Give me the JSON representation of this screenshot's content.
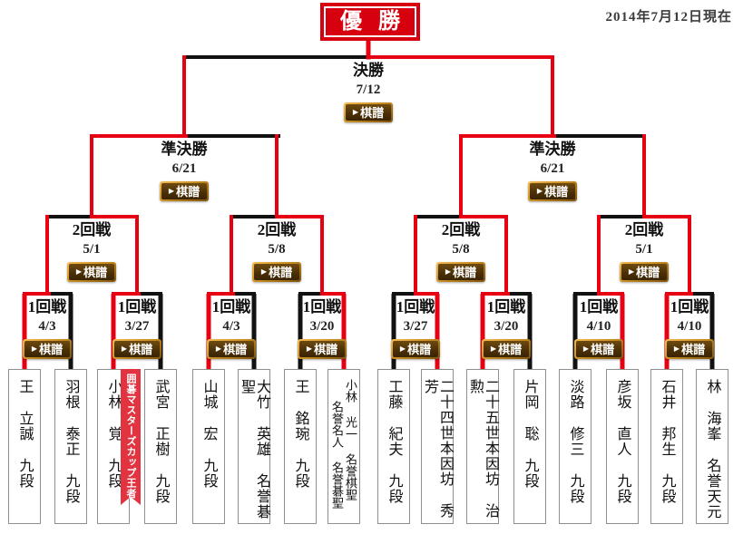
{
  "meta": {
    "as_of": "2014年7月12日現在"
  },
  "champion": {
    "label": "優勝"
  },
  "kifu": {
    "icon": "▶",
    "label": "棋譜"
  },
  "colors": {
    "winner_path": "#e60012",
    "loser_path": "#111111",
    "champion_bg": "#d7000f",
    "ribbon_bg": "#e23340",
    "button_gold": "#c98f23",
    "button_face": "#4a2f06"
  },
  "rounds": {
    "final": {
      "label": "決勝",
      "date": "7/12",
      "winner_side": "right"
    },
    "semifinals": [
      {
        "label": "準決勝",
        "date": "6/21",
        "winner_side": "left"
      },
      {
        "label": "準決勝",
        "date": "6/21",
        "winner_side": "left"
      }
    ],
    "round2": [
      {
        "label": "2回戦",
        "date": "5/1",
        "winner_side": "right"
      },
      {
        "label": "2回戦",
        "date": "5/8",
        "winner_side": "right"
      },
      {
        "label": "2回戦",
        "date": "5/8",
        "winner_side": "right"
      },
      {
        "label": "2回戦",
        "date": "5/1",
        "winner_side": "right"
      }
    ],
    "round1": [
      {
        "label": "1回戦",
        "date": "4/3",
        "winner_side": "left"
      },
      {
        "label": "1回戦",
        "date": "3/27",
        "winner_side": "left"
      },
      {
        "label": "1回戦",
        "date": "4/3",
        "winner_side": "left"
      },
      {
        "label": "1回戦",
        "date": "3/20",
        "winner_side": "right"
      },
      {
        "label": "1回戦",
        "date": "3/27",
        "winner_side": "right"
      },
      {
        "label": "1回戦",
        "date": "3/20",
        "winner_side": "left"
      },
      {
        "label": "1回戦",
        "date": "4/10",
        "winner_side": "right"
      },
      {
        "label": "1回戦",
        "date": "4/10",
        "winner_side": "left"
      }
    ]
  },
  "players": [
    {
      "name": "王 立誠 九段",
      "won_round1": true
    },
    {
      "name": "羽根 泰正 九段",
      "won_round1": false
    },
    {
      "name": "小林 覚 九段",
      "ribbon": "囲碁マスターズカップ王者",
      "won_round1": true
    },
    {
      "name": "武宮 正樹 九段",
      "won_round1": false
    },
    {
      "name": "山城 宏 九段",
      "won_round1": true
    },
    {
      "name": "大竹 英雄 名誉碁聖",
      "won_round1": false
    },
    {
      "name": "王 銘琬 九段",
      "won_round1": false
    },
    {
      "name": "小林 光一 名誉棋聖",
      "name2": "名誉名人 名誉碁聖",
      "won_round1": true
    },
    {
      "name": "工藤 紀夫 九段",
      "won_round1": false
    },
    {
      "name": "二十四世本因坊 秀芳",
      "won_round1": true
    },
    {
      "name": "二十五世本因坊 治勲",
      "won_round1": true
    },
    {
      "name": "片岡 聡 九段",
      "won_round1": false
    },
    {
      "name": "淡路 修三 九段",
      "won_round1": false
    },
    {
      "name": "彦坂 直人 九段",
      "won_round1": true
    },
    {
      "name": "石井 邦生 九段",
      "won_round1": true
    },
    {
      "name": "林 海峯 名誉天元",
      "won_round1": false
    }
  ]
}
